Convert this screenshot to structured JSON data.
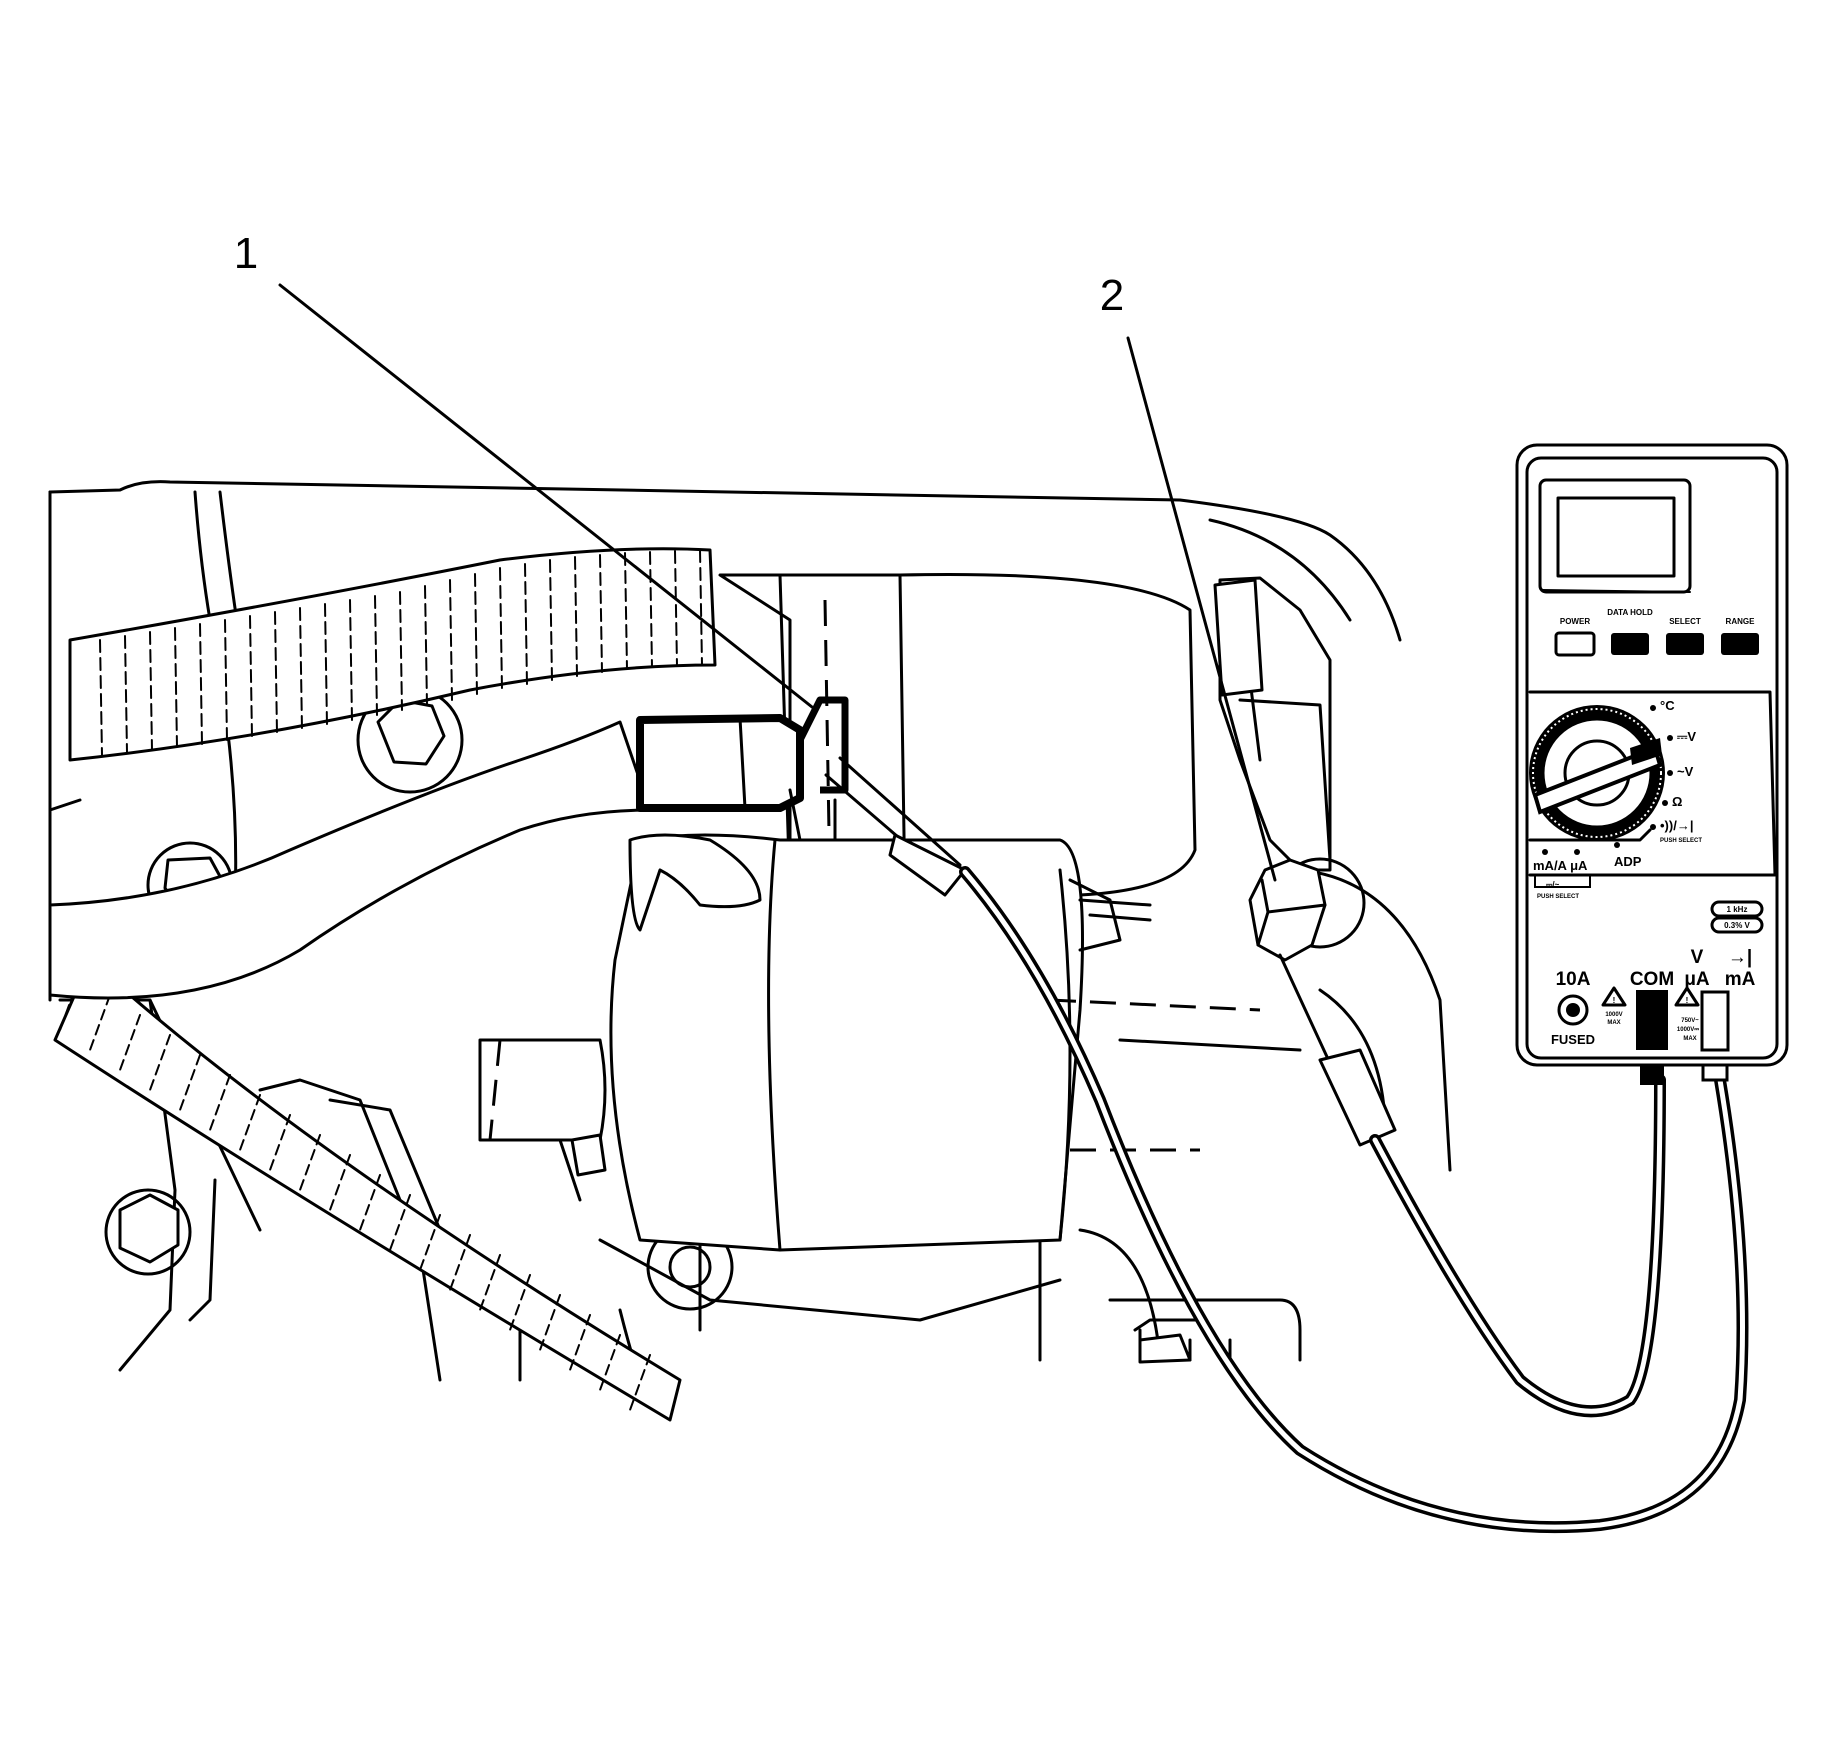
{
  "callouts": [
    {
      "label": "1"
    },
    {
      "label": "2"
    }
  ],
  "meter": {
    "buttons": [
      "POWER",
      "DATA HOLD",
      "SELECT",
      "RANGE"
    ],
    "dial": {
      "temp": "°C",
      "dc_volts": "⎓V",
      "ac_volts": "~V",
      "ohms": "Ω",
      "continuity_diode": "•))/→|",
      "push_select_1": "PUSH SELECT",
      "ma_ua": "mA/A μA",
      "ma_ua_sub": "⎓/~",
      "push_select_2": "PUSH SELECT",
      "adp": "ADP"
    },
    "freq": {
      "hz": "1 kHz",
      "pct": "0.3% V"
    },
    "jacks": {
      "amp": "10A",
      "com": "COM",
      "v_top": "V",
      "diode_top": "→|",
      "ua": "μA",
      "ma": "mA",
      "fused": "FUSED",
      "max1_a": "1000V",
      "max1_b": "MAX",
      "max2_a": "750V~",
      "max2_b": "1000V⎓",
      "max2_c": "MAX"
    }
  }
}
